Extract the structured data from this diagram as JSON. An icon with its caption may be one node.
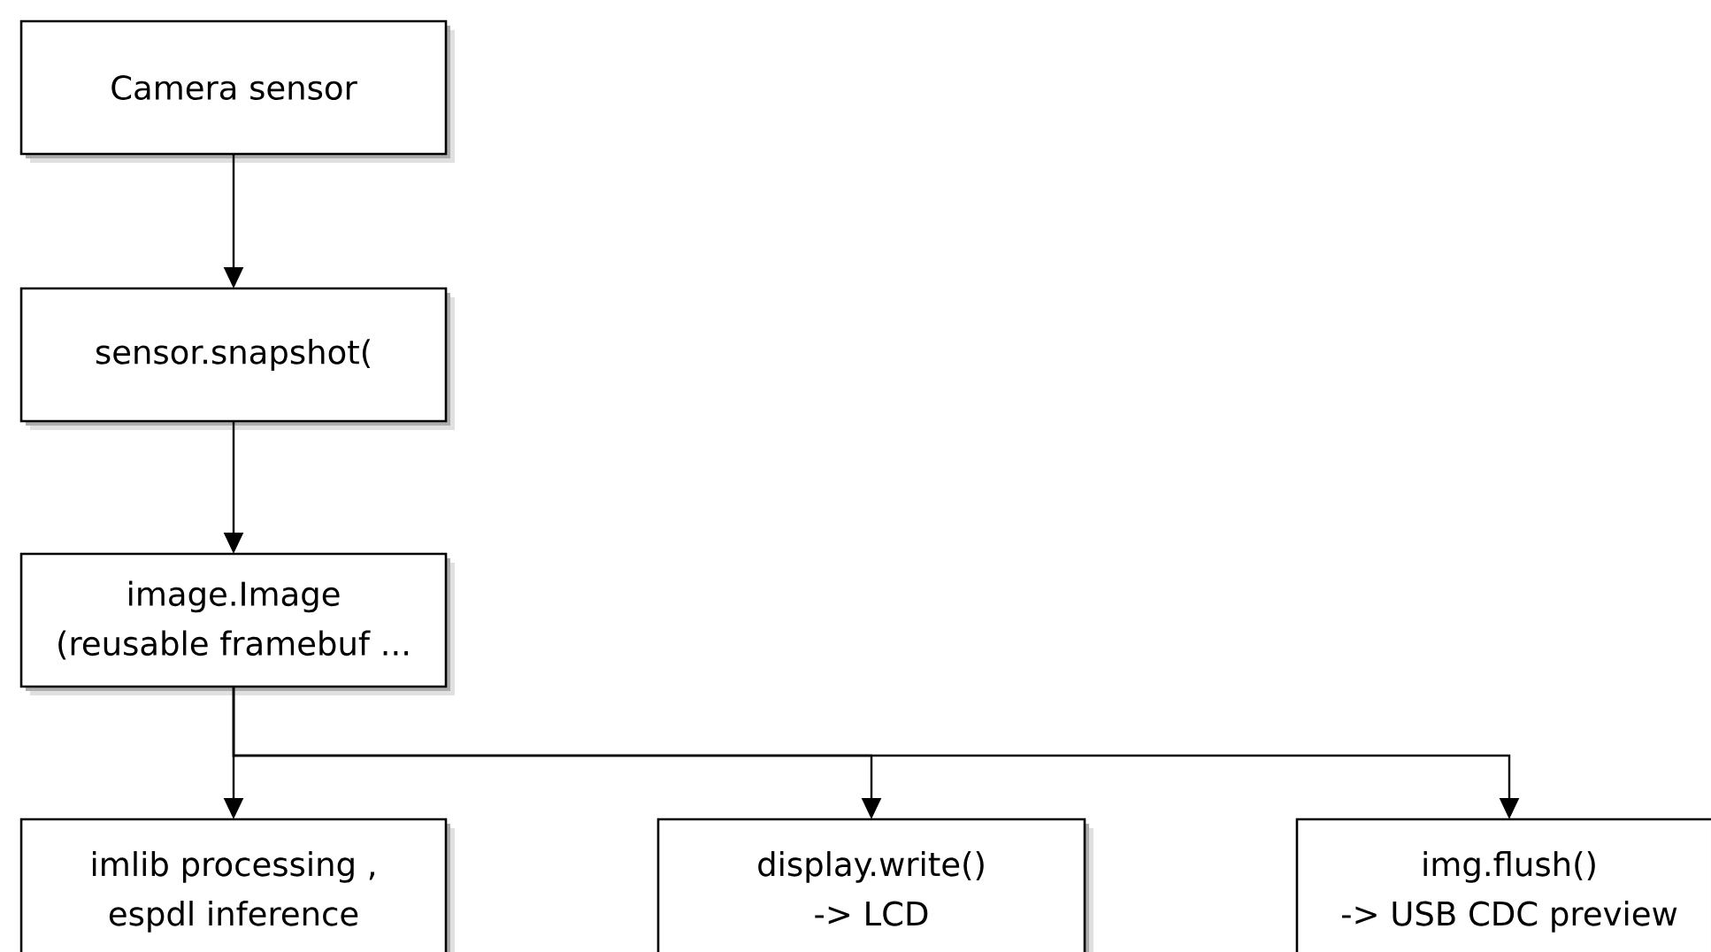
{
  "diagram": {
    "nodes": [
      {
        "text": [
          "Camera sensor"
        ]
      },
      {
        "text": [
          "sensor.snapshot("
        ]
      },
      {
        "text": [
          "image.Image (reusable framebuf ..."
        ]
      },
      {
        "text": [
          "imlib processing , espdl inference"
        ]
      },
      {
        "text": [
          "display.write() -> LCD"
        ]
      },
      {
        "text": [
          "img.flush() -> USB CDC preview"
        ]
      }
    ],
    "edges": [
      {
        "from": 0,
        "to": 1,
        "arrow": "to"
      },
      {
        "from": 1,
        "to": 2,
        "arrow": "to"
      },
      {
        "from": 2,
        "to": 3,
        "arrow": "to"
      },
      {
        "from": 2,
        "to": 4,
        "arrow": "to"
      },
      {
        "from": 2,
        "to": 5,
        "arrow": "to"
      }
    ]
  }
}
